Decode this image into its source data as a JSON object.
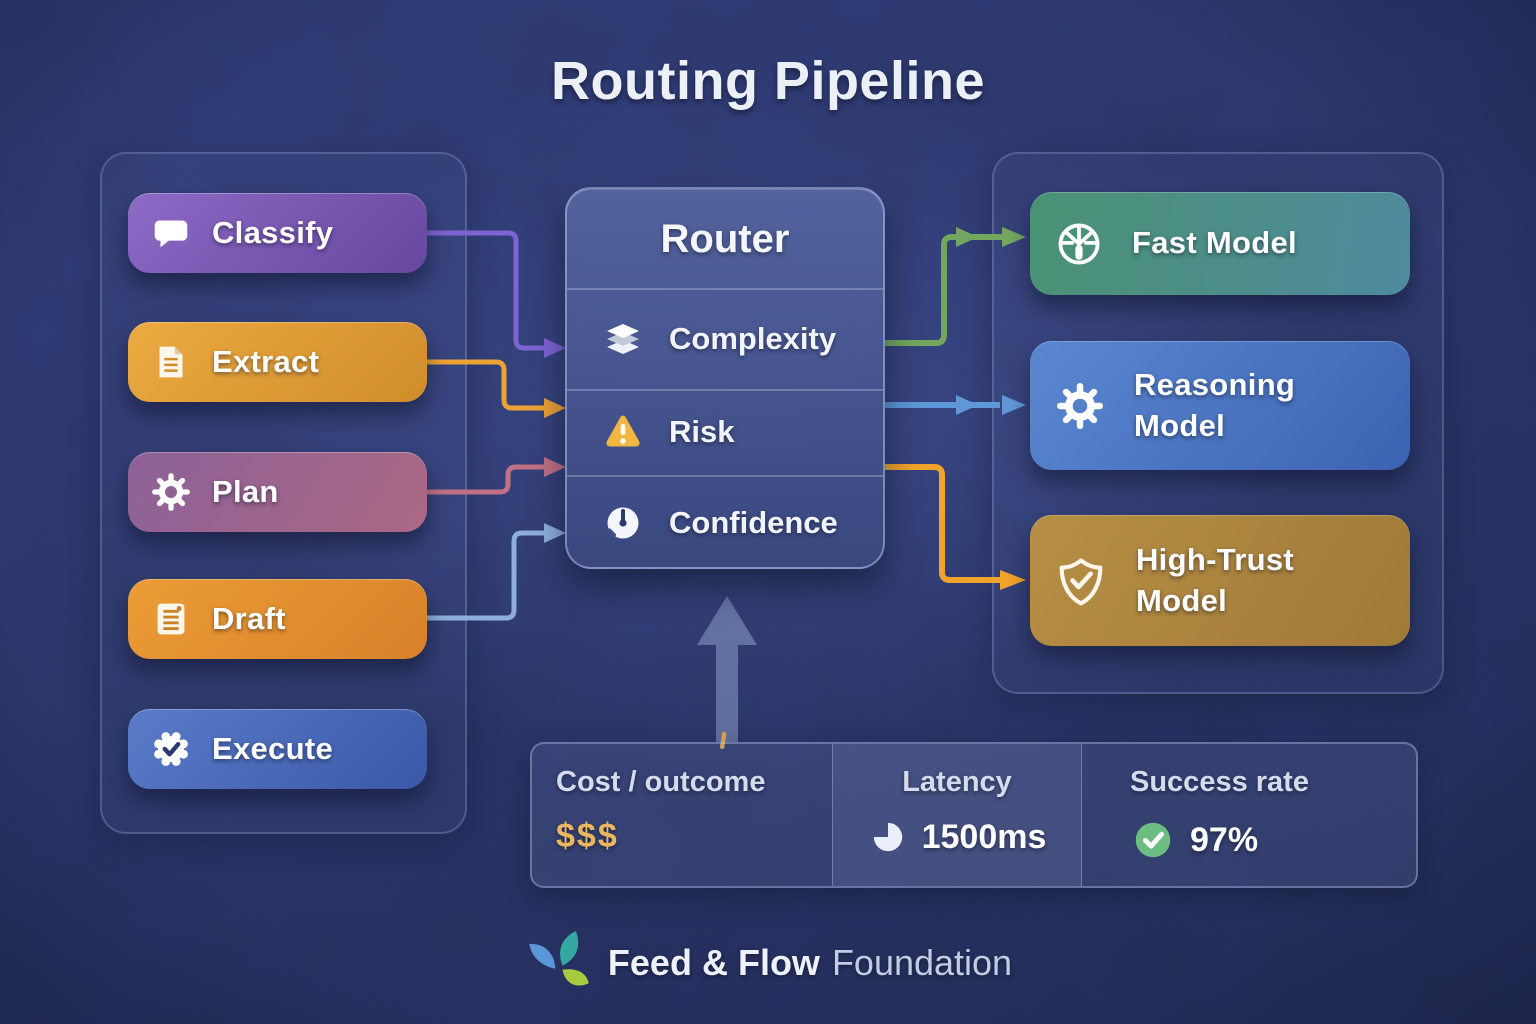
{
  "title": "Routing Pipeline",
  "left_panel": {
    "tasks": [
      {
        "label": "Classify",
        "icon": "chat-icon",
        "color": "#7b5cb8"
      },
      {
        "label": "Extract",
        "icon": "document-icon",
        "color": "#e3a03a"
      },
      {
        "label": "Plan",
        "icon": "gear-icon",
        "color": "#9c6590"
      },
      {
        "label": "Draft",
        "icon": "note-icon",
        "color": "#e5912f"
      },
      {
        "label": "Execute",
        "icon": "badge-check-icon",
        "color": "#4b6cb5"
      }
    ]
  },
  "router": {
    "title": "Router",
    "signals": [
      {
        "label": "Complexity",
        "icon": "layers-icon"
      },
      {
        "label": "Risk",
        "icon": "warning-icon",
        "icon_color": "#f2b643"
      },
      {
        "label": "Confidence",
        "icon": "gauge-icon"
      }
    ]
  },
  "models": [
    {
      "label": "Fast Model",
      "icon": "speedometer-icon",
      "color": "#4a9273"
    },
    {
      "label": "Reasoning Model",
      "icon": "gear-icon",
      "color": "#4a77c4"
    },
    {
      "label": "High-Trust Model",
      "icon": "shield-check-icon",
      "color": "#b0883f"
    }
  ],
  "metrics": [
    {
      "label": "Cost / outcome",
      "value": "$$$",
      "value_color": "#eab75e"
    },
    {
      "label": "Latency",
      "value": "1500ms",
      "icon": "clock-icon"
    },
    {
      "label": "Success rate",
      "value": "97%",
      "icon": "check-circle-icon",
      "icon_color": "#6dbd82"
    }
  ],
  "connections": {
    "into_router": [
      "Classify→Complexity",
      "Extract→Risk",
      "Plan→Risk",
      "Draft→Confidence"
    ],
    "out_of_router": [
      "Router→Fast Model",
      "Router→Reasoning Model",
      "Router→High-Trust Model"
    ],
    "feedback": "metrics→Router"
  },
  "footer": {
    "brand_bold": "Feed & Flow",
    "brand_light": "Foundation",
    "leaf_colors": [
      "#5b96d8",
      "#35a8a2",
      "#a9c93f"
    ]
  },
  "colors": {
    "background": "#28325f",
    "arrow_purple": "#7e63d2",
    "arrow_orange": "#eca336",
    "arrow_rose": "#c17186",
    "arrow_periwinkle": "#8fadde",
    "arrow_green": "#73a75f",
    "arrow_blue": "#5f97d8",
    "arrow_gold": "#f0a42c"
  }
}
